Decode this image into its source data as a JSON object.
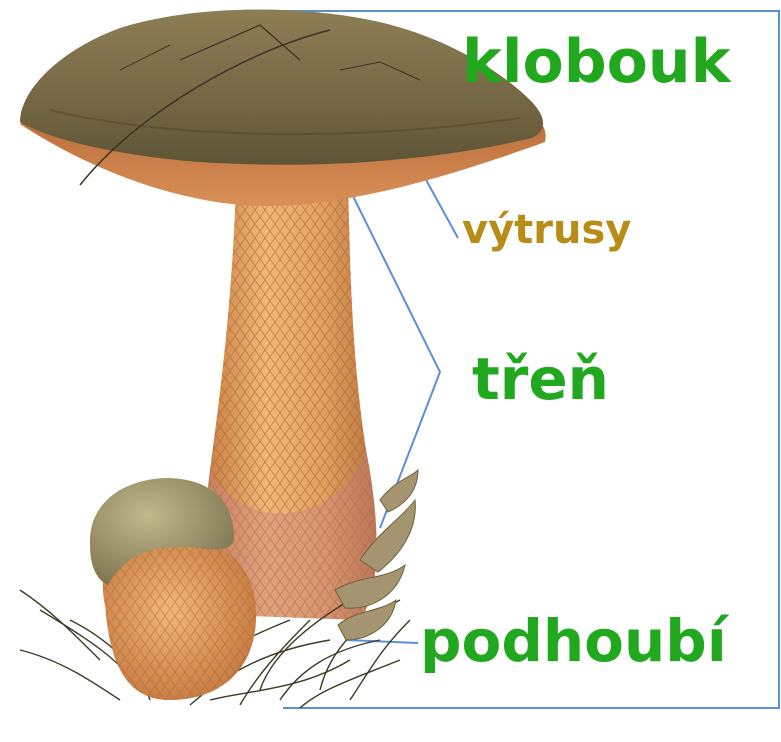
{
  "labels": {
    "cap": "klobouk",
    "spores": "výtrusy",
    "stem": "třeň",
    "mycelium": "podhoubí"
  },
  "colors": {
    "green_label": "#22a81e",
    "spore_label": "#b78d17",
    "leader_line": "#5b8fd6",
    "cap_top": "#7a6b45",
    "cap_underside": "#c97b45",
    "stem": "#e6a562",
    "small_cap": "#a59b72",
    "small_body": "#e8a468"
  },
  "icons": {
    "main": "mushroom-illustration",
    "small": "young-mushroom-illustration",
    "ground": "grass-tuft-illustration"
  }
}
